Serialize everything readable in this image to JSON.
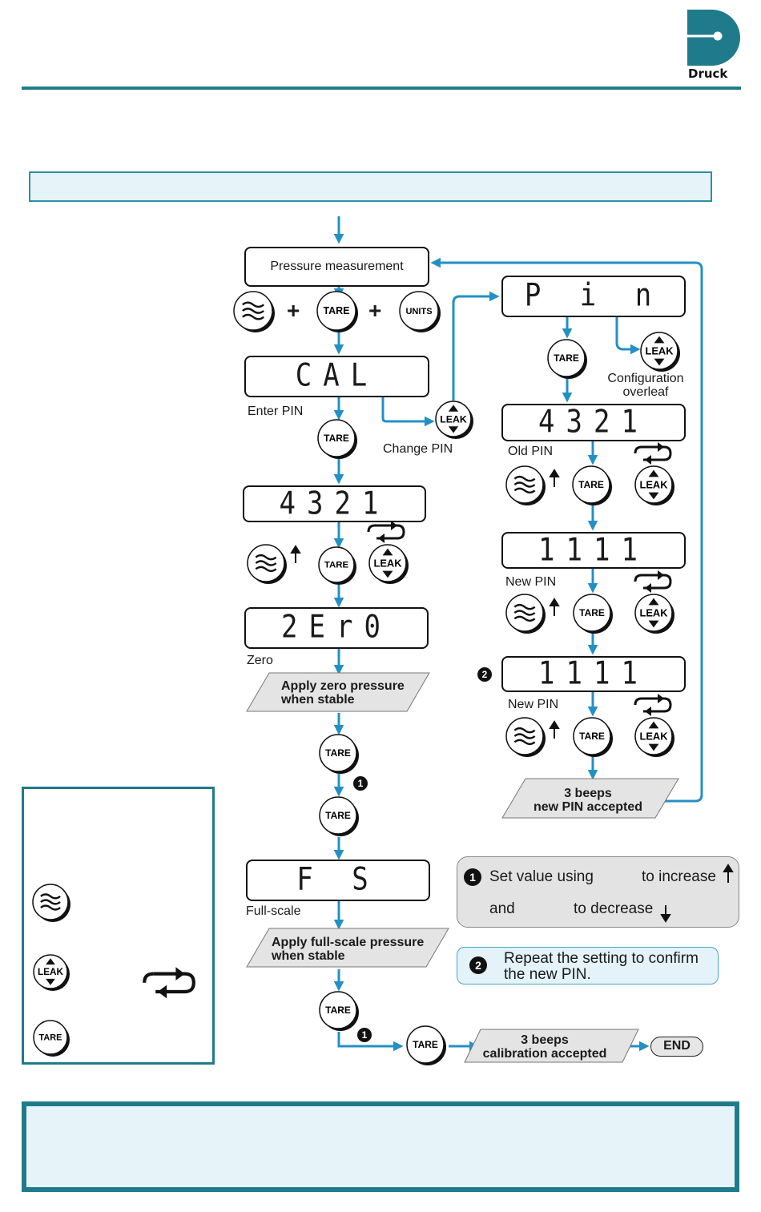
{
  "brand": {
    "name": "Druck"
  },
  "colors": {
    "accent": "#1f7b8c",
    "arrow": "#2390c4",
    "note_bg": "#e6f4f9",
    "lcd_border": "#111111"
  },
  "displays": {
    "start": "Pressure measurement",
    "cal": "CAL",
    "pin_entry": "4321",
    "zero": "2Er0",
    "fs": "F S",
    "pin_menu": "P i n",
    "old_pin": "4321",
    "new_pin": "1111",
    "confirm_pin": "1111"
  },
  "labels": {
    "enter_pin": "Enter PIN",
    "change_pin": "Change PIN",
    "zero": "Zero",
    "full_scale": "Full-scale",
    "old_pin": "Old PIN",
    "new_pin_1": "New PIN",
    "new_pin_2": "New PIN",
    "configuration": "Configuration",
    "overleaf": "overleaf",
    "plus_1": "+",
    "plus_2": "+"
  },
  "steps": {
    "zero_line1": "Apply zero pressure",
    "zero_line2": "when stable",
    "fs_line1": "Apply full-scale pressure",
    "fs_line2": "when stable",
    "cal_accepted_line1": "3 beeps",
    "cal_accepted_line2": "calibration accepted",
    "pin_accepted_line1": "3 beeps",
    "pin_accepted_line2": "new PIN accepted",
    "end": "END"
  },
  "buttons": {
    "tare": "TARE",
    "leak": "LEAK",
    "units": "UNITS"
  },
  "badges": {
    "one": "1",
    "two": "2"
  },
  "notes": {
    "note1_a": "Set value using",
    "note1_b": "to increase",
    "note1_c": "and",
    "note1_d": "to decrease",
    "note2_line1": "Repeat the setting to confirm",
    "note2_line2": "the new PIN."
  }
}
